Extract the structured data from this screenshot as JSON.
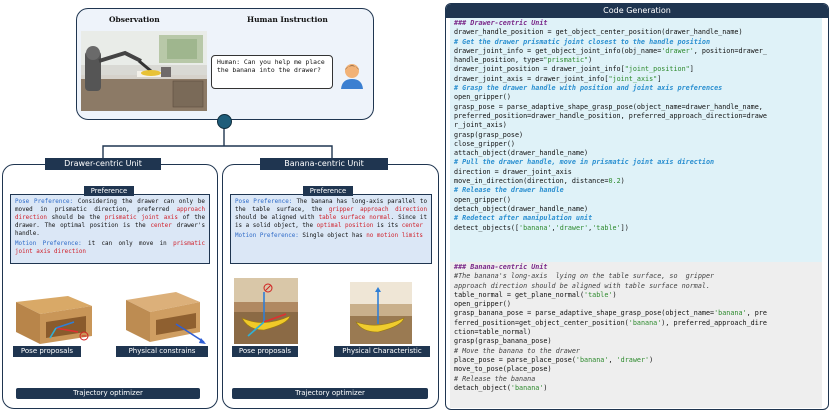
{
  "top": {
    "observation_label": "Observation",
    "instruction_label": "Human Instruction",
    "instruction_line1": "Human: Can you help me place",
    "instruction_line2": "the banana into the drawer?"
  },
  "drawer_unit": {
    "title": "Drawer-centric Unit",
    "preference_tab": "Preference",
    "pose_label": "Pose Preference:",
    "pose_text_1": " Considering the drawer can only be moved in prismatic direction, preferred ",
    "pose_red_1": "approach direction",
    "pose_text_2": " should be the ",
    "pose_red_2": "prismatic joint axis",
    "pose_text_3": " of the drawer. The optimal position is the ",
    "pose_red_3": "center",
    "pose_text_4": " drawer's handle.",
    "motion_label": "Motion Preference:",
    "motion_text": " it can only move in ",
    "motion_red": "prismatic joint axis direction",
    "label_left": "Pose proposals",
    "label_right": "Physical constrains",
    "optimizer": "Trajectory optimizer"
  },
  "banana_unit": {
    "title": "Banana-centric Unit",
    "preference_tab": "Preference",
    "pose_label": "Pose Preference:",
    "pose_text_1": " The banana has long-axis parallel to the table surface, the ",
    "pose_red_1": "gripper approach direction",
    "pose_text_2": " should be aligned with ",
    "pose_red_2": "table surface normal",
    "pose_text_3": ". Since it is a solid object, the ",
    "pose_red_3": "optimal position",
    "pose_text_4": " is its ",
    "pose_red_4": "center",
    "motion_label": "Motion Preference:",
    "motion_text": " Single object has ",
    "motion_red": "no motion limits",
    "label_left": "Pose proposals",
    "label_right": "Physical Characteristic",
    "optimizer": "Trajectory optimizer"
  },
  "code": {
    "title": "Code Generation",
    "a": [
      {
        "t": "h",
        "text": "### Drawer-centric Unit"
      },
      {
        "t": "c",
        "text": "drawer_handle_position = get_object_center_position(drawer_handle_name)"
      },
      {
        "t": "cm",
        "text": "# Get the drawer prismatic joint closest to the handle position"
      },
      {
        "t": "c",
        "text": "drawer_joint_info = get_object_joint_info(obj_name='drawer', position=drawer_"
      },
      {
        "t": "c",
        "text": "handle_position, type=\"prismatic\")"
      },
      {
        "t": "c",
        "text": "drawer_joint_position = drawer_joint_info[\"joint_position\"]"
      },
      {
        "t": "c",
        "text": "drawer_joint_axis = drawer_joint_info[\"joint_axis\"]"
      },
      {
        "t": "cm",
        "text": "# Grasp the drawer handle with position and joint axis preferences"
      },
      {
        "t": "c",
        "text": "open_gripper()"
      },
      {
        "t": "c",
        "text": "grasp_pose = parse_adaptive_shape_grasp_pose(object_name=drawer_handle_name,"
      },
      {
        "t": "c",
        "text": "preferred_position=drawer_handle_position, preferred_approach_direction=drawe"
      },
      {
        "t": "c",
        "text": "r_joint_axis)"
      },
      {
        "t": "c",
        "text": "grasp(grasp_pose)"
      },
      {
        "t": "c",
        "text": "close_gripper()"
      },
      {
        "t": "c",
        "text": "attach_object(drawer_handle_name)"
      },
      {
        "t": "cm",
        "text": "# Pull the drawer handle, move in prismatic joint axis direction"
      },
      {
        "t": "c",
        "text": "direction = drawer_joint_axis"
      },
      {
        "t": "c",
        "text": "move_in_direction(direction, distance=0.2)"
      },
      {
        "t": "cm",
        "text": "# Release the drawer handle"
      },
      {
        "t": "c",
        "text": "open_gripper()"
      },
      {
        "t": "c",
        "text": "detach_object(drawer_handle_name)"
      },
      {
        "t": "cm",
        "text": "# Redetect after manipulation unit"
      },
      {
        "t": "c",
        "text": "detect_objects(['banana','drawer','table'])"
      }
    ],
    "b": [
      {
        "t": "h",
        "text": "### Banana-centric Unit"
      },
      {
        "t": "cm2",
        "text": "#The banana's long-axis  lying on the table surface, so  gripper"
      },
      {
        "t": "cm2",
        "text": "approach direction should be aligned with table surface normal."
      },
      {
        "t": "c",
        "text": "table_normal = get_plane_normal('table')"
      },
      {
        "t": "c",
        "text": "open_gripper()"
      },
      {
        "t": "c",
        "text": "grasp_banana_pose = parse_adaptive_shape_grasp_pose(object_name='banana', pre"
      },
      {
        "t": "c",
        "text": "ferred_position=get_object_center_position('banana'), preferred_approach_dire"
      },
      {
        "t": "c",
        "text": "ction=table_normal)"
      },
      {
        "t": "c",
        "text": "grasp(grasp_banana_pose)"
      },
      {
        "t": "cm2",
        "text": "# Move the banana to the drawer"
      },
      {
        "t": "c",
        "text": "place_pose = parse_place_pose('banana', 'drawer')"
      },
      {
        "t": "c",
        "text": "move_to_pose(place_pose)"
      },
      {
        "t": "cm2",
        "text": "# Release the banana"
      },
      {
        "t": "c",
        "text": "detach_object('banana')"
      }
    ]
  }
}
